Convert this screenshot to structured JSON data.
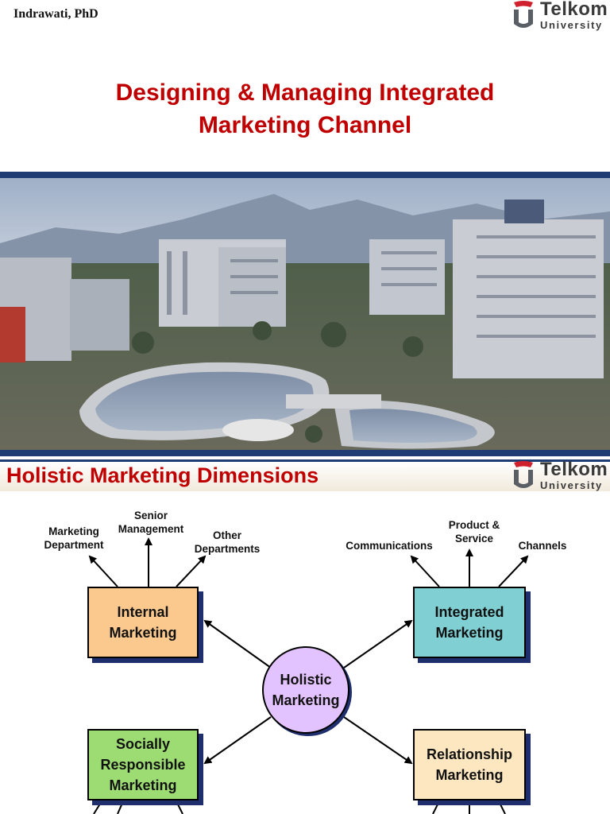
{
  "slide1": {
    "author": "Indrawati, PhD",
    "title_line1": "Designing & Managing Integrated",
    "title_line2": "Marketing Channel",
    "logo": {
      "word1": "Telkom",
      "word2": "University"
    }
  },
  "slide2": {
    "title": "Holistic Marketing Dimensions",
    "logo": {
      "word1": "Telkom",
      "word2": "University"
    },
    "hub": "Holistic\nMarketing",
    "boxes": {
      "internal": "Internal\nMarketing",
      "integrated": "Integrated\nMarketing",
      "social": "Socially\nResponsible\nMarketing",
      "relationship": "Relationship\nMarketing"
    },
    "labels": {
      "marketing_department": "Marketing\nDepartment",
      "senior_management": "Senior\nManagement",
      "other_departments": "Other\nDepartments",
      "communications": "Communications",
      "product_service": "Product &\nService",
      "channels": "Channels"
    }
  },
  "colors": {
    "title_red": "#c00000",
    "navy_shadow": "#1f2f6e",
    "internal_box": "#fbc98d",
    "integrated_box": "#7fcfd3",
    "social_box": "#9ddc72",
    "relationship_box": "#fde7c0",
    "hub_circle": "#e3c3ff"
  },
  "icons": {
    "logo": "telkom-university-logo",
    "photo": "campus-aerial-photo"
  }
}
